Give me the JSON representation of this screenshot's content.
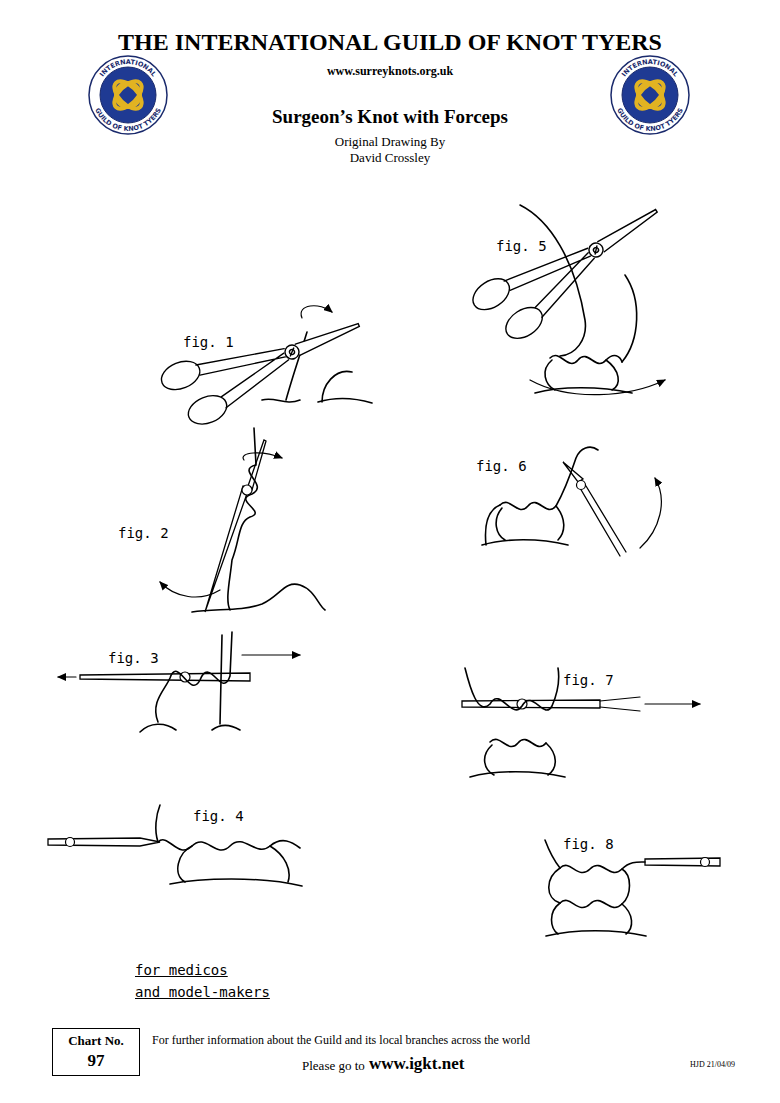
{
  "diagram": {
    "title": "THE INTERNATIONAL GUILD OF KNOT TYERS",
    "nodes": [
      {
        "text": [
          "Chart No.",
          "97"
        ]
      }
    ],
    "labels": [
      "www.surreyknots.org.uk",
      "INTERNATIONAL",
      "GUILD OF KNOT TYERS",
      "INTERNATIONAL",
      "GUILD OF KNOT TYERS",
      "Surgeon’s Knot with Forceps",
      "Original Drawing By David Crossley",
      "fig. 1",
      "fig. 2",
      "fig. 3",
      "fig. 4",
      "fig. 5",
      "fig. 6",
      "fig. 7",
      "fig. 8",
      "for medicos",
      "and model-makers",
      "For further information about the Guild and its local branches across the world",
      "Please go to",
      "www.igkt.net",
      "HJD 21/04/09"
    ]
  }
}
